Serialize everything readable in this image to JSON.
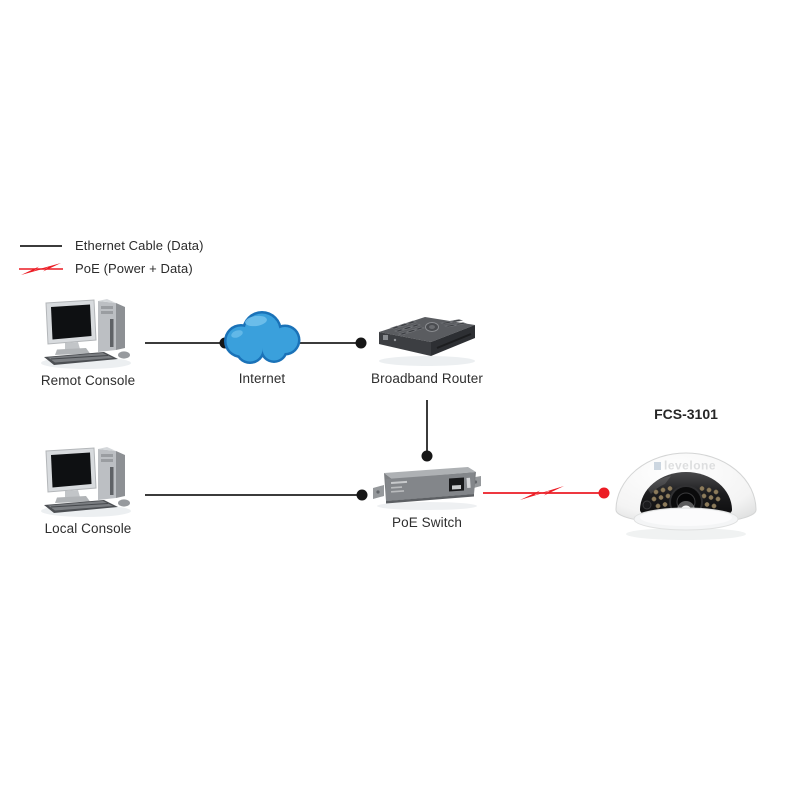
{
  "legend": {
    "items": [
      {
        "name": "ethernet-cable",
        "label": "Ethernet Cable (Data)"
      },
      {
        "name": "poe",
        "label": "PoE (Power + Data)"
      }
    ]
  },
  "nodes": {
    "remote_console": {
      "label": "Remot Console",
      "icon": "desktop-computer-icon"
    },
    "internet": {
      "label": "Internet",
      "icon": "cloud-icon"
    },
    "broadband_router": {
      "label": "Broadband Router",
      "icon": "router-icon"
    },
    "local_console": {
      "label": "Local Console",
      "icon": "desktop-computer-icon"
    },
    "poe_switch": {
      "label": "PoE Switch",
      "icon": "poe-switch-icon"
    },
    "camera": {
      "label": "FCS-3101",
      "logo": "levelone",
      "icon": "dome-camera-icon"
    }
  },
  "connections": [
    {
      "from": "remote_console",
      "to": "internet",
      "type": "ethernet"
    },
    {
      "from": "internet",
      "to": "broadband_router",
      "type": "ethernet"
    },
    {
      "from": "broadband_router",
      "to": "poe_switch",
      "type": "ethernet"
    },
    {
      "from": "local_console",
      "to": "poe_switch",
      "type": "ethernet"
    },
    {
      "from": "poe_switch",
      "to": "camera",
      "type": "poe"
    }
  ],
  "colors": {
    "ethernet_line": "#3b3b3b",
    "connector_dot": "#161616",
    "poe_red": "#ec1c24",
    "cloud_fill": "#3aa0dc",
    "cloud_outline": "#1a72b8",
    "label_text": "#2e2e2e",
    "background": "#ffffff"
  }
}
